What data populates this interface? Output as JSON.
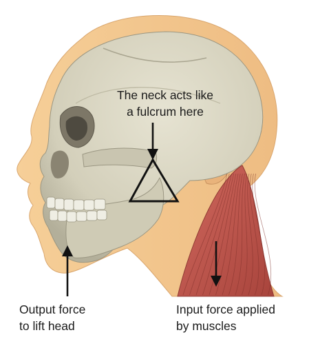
{
  "annotations": {
    "fulcrum": {
      "line1": "The neck acts like",
      "line2": "a fulcrum here"
    },
    "output": {
      "line1": "Output force",
      "line2": "to lift head"
    },
    "input": {
      "line1": "Input force applied",
      "line2": "by muscles"
    }
  },
  "colors": {
    "skin": "#f4c88f",
    "skin_shadow": "#e7b27a",
    "skull": "#d8d5c2",
    "skull_shadow": "#b9b6a2",
    "muscle": "#c45a52",
    "muscle_dark": "#9b3e37",
    "outline": "#1a1a1a"
  }
}
